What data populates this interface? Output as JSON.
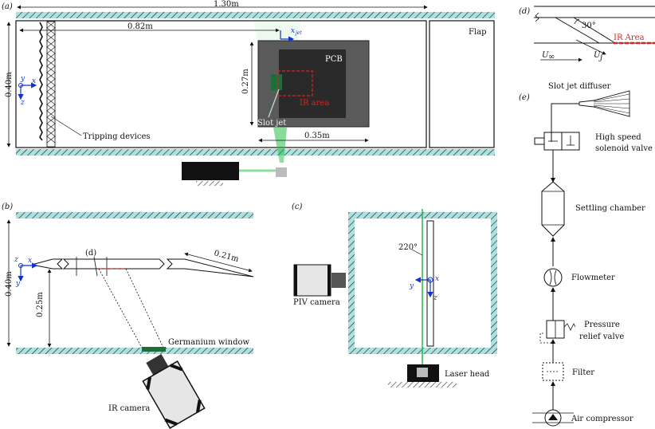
{
  "panels": {
    "a": "(a)",
    "b": "(b)",
    "c": "(c)",
    "d": "(d)",
    "e": "(e)"
  },
  "panel_a": {
    "length": "1.30m",
    "distance": "0.82m",
    "height": "0.40m",
    "pcb_height": "0.27m",
    "pcb_width": "0.35m",
    "flap": "Flap",
    "pcb": "PCB",
    "ir_area": "IR area",
    "slot_jet": "Slot jet",
    "tripping": "Tripping devices",
    "axis_x": "x",
    "axis_y": "y",
    "axis_z": "z",
    "axis_xjet": "x",
    "axis_xjet_sub": "jet"
  },
  "panel_b": {
    "height": "0.40m",
    "depth": "0.25m",
    "taper": "0.21m",
    "detail": "(d)",
    "germanium": "Germanium window",
    "ir_camera": "IR camera",
    "axis_x": "x",
    "axis_y": "y",
    "axis_z": "z"
  },
  "panel_c": {
    "piv_camera": "PIV camera",
    "laser_head": "Laser head",
    "angle": "220°",
    "axis_x": "x",
    "axis_y": "y",
    "axis_z": "z"
  },
  "panel_d": {
    "angle": "30°",
    "ir_area": "IR Area",
    "u_inf": "U",
    "u_inf_sub": "∞",
    "u_j": "U",
    "u_j_sub": "j"
  },
  "panel_e": {
    "diffuser": "Slot jet diffuser",
    "valve1": "High speed",
    "valve2": "solenoid valve",
    "settling": "Settling chamber",
    "flowmeter": "Flowmeter",
    "relief1": "Pressure",
    "relief2": "relief valve",
    "filter": "Filter",
    "compressor": "Air compressor"
  },
  "colors": {
    "wall": "#aee0e0",
    "laser": "#22bb44",
    "ir": "#dd2222",
    "pcb": "#5a5a5a",
    "axis": "#1133cc",
    "germanium": "#1e6e3c"
  }
}
